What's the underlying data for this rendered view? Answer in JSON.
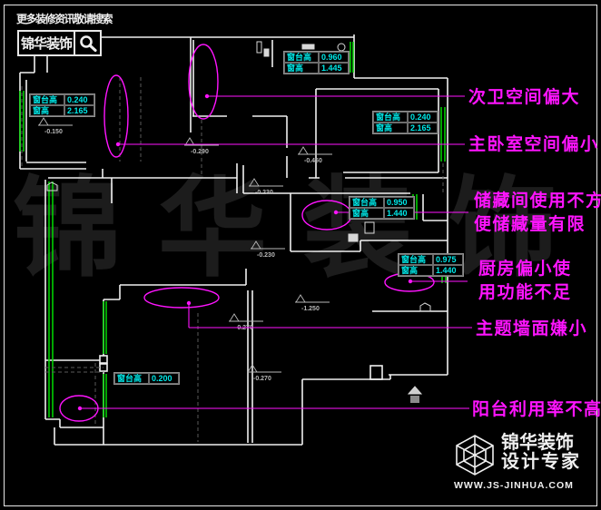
{
  "header": {
    "tagline": "更多装修资讯敬请搜索",
    "brand": "锦华装饰"
  },
  "watermark": "锦华装饰",
  "annotations": {
    "second_bath": {
      "text": "次卫空间偏大"
    },
    "master_bedroom": {
      "text": "主卧室空间偏小"
    },
    "storage": {
      "line1": "储藏间使用不方",
      "line2": "便储藏量有限"
    },
    "kitchen": {
      "line1": "厨房偏小使",
      "line2": "用功能不足"
    },
    "feature_wall": {
      "text": "主题墙面嫌小"
    },
    "balcony": {
      "text": "阳台利用率不高"
    }
  },
  "info_boxes": {
    "bath_top": {
      "rows": [
        {
          "label": "窗台高",
          "value": "0.960"
        },
        {
          "label": "窗高",
          "value": "1.445"
        }
      ]
    },
    "master_left": {
      "rows": [
        {
          "label": "窗台高",
          "value": "0.240"
        },
        {
          "label": "窗高",
          "value": "2.165"
        }
      ]
    },
    "bedroom_right": {
      "rows": [
        {
          "label": "窗台高",
          "value": "0.240"
        },
        {
          "label": "窗高",
          "value": "2.165"
        }
      ]
    },
    "storage": {
      "rows": [
        {
          "label": "窗台高",
          "value": "0.950"
        },
        {
          "label": "窗高",
          "value": "1.440"
        }
      ]
    },
    "kitchen": {
      "rows": [
        {
          "label": "窗台高",
          "value": "0.975"
        },
        {
          "label": "窗高",
          "value": "1.440"
        }
      ]
    },
    "balcony": {
      "rows": [
        {
          "label": "窗台高",
          "value": "0.200"
        }
      ]
    }
  },
  "level_markers": [
    {
      "value": "-0.150"
    },
    {
      "value": "-0.290"
    },
    {
      "value": "-0.450"
    },
    {
      "value": "-0.230"
    },
    {
      "value": "-0.230"
    },
    {
      "value": "-1.250"
    },
    {
      "value": "-0.270"
    },
    {
      "value": "-0.270"
    }
  ],
  "footer": {
    "brand": "锦华装饰",
    "slogan": "设计专家",
    "url": "WWW.JS-JINHUA.COM"
  },
  "colors": {
    "wall": "#f0f0f0",
    "window": "#00dd00",
    "annotation": "#ff14ff",
    "info_text": "#00e8e8",
    "watermark": "#1c1c1c"
  }
}
